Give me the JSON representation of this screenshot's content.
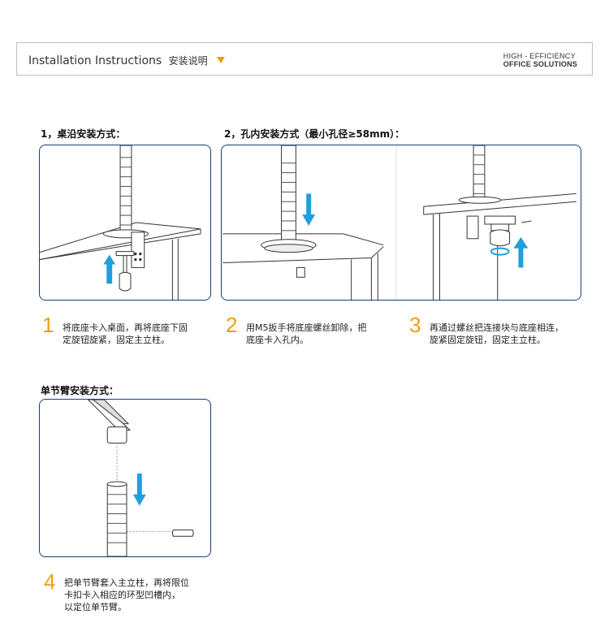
{
  "header": {
    "title": "Installation Instructions",
    "title_cn": "安装说明",
    "brand_line1": "HIGH  - EFFICIENCY",
    "brand_line2": "OFFICE SOLUTIONS"
  },
  "sections": {
    "edge_mount": "1，桌沿安装方式：",
    "hole_mount": "2，孔内安装方式（最小孔径≥58mm）：",
    "single_arm": "单节臂安装方式："
  },
  "steps": [
    {
      "number": "1",
      "line1": "将底座卡入桌面，再将底座下固",
      "line2": "定旋钮旋紧，固定主立柱。"
    },
    {
      "number": "2",
      "line1": "用M5扳手将底座螺丝卸除，把",
      "line2": "底座卡入孔内。"
    },
    {
      "number": "3",
      "line1": "再通过螺丝把连接块与底座相连，",
      "line2": "旋紧固定旋钮，固定主立柱。"
    },
    {
      "number": "4",
      "line1": "把单节臂套入主立柱，再将限位",
      "line2": "卡扣卡入相应的环型凹槽内，",
      "line3": "以定位单节臂。"
    }
  ],
  "colors": {
    "accent": "#f39c12",
    "border": "#1c3f72",
    "arrow": "#1e9fe0"
  }
}
